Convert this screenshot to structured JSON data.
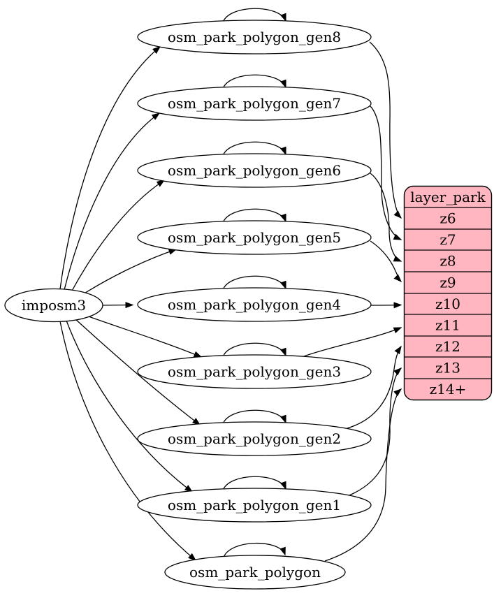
{
  "diagram": {
    "type": "graphviz-digraph",
    "colors": {
      "background": "#ffffff",
      "node_stroke": "#000000",
      "edge": "#000000",
      "layer_fill": "#ffb6c1",
      "text": "#000000"
    },
    "source": {
      "label": "imposm3"
    },
    "tables": [
      {
        "label": "osm_park_polygon_gen8",
        "self_loop": true,
        "zoom_target": "z6"
      },
      {
        "label": "osm_park_polygon_gen7",
        "self_loop": true,
        "zoom_target": "z7"
      },
      {
        "label": "osm_park_polygon_gen6",
        "self_loop": true,
        "zoom_target": "z8"
      },
      {
        "label": "osm_park_polygon_gen5",
        "self_loop": true,
        "zoom_target": "z9"
      },
      {
        "label": "osm_park_polygon_gen4",
        "self_loop": true,
        "zoom_target": "z10"
      },
      {
        "label": "osm_park_polygon_gen3",
        "self_loop": true,
        "zoom_target": "z11"
      },
      {
        "label": "osm_park_polygon_gen2",
        "self_loop": true,
        "zoom_target": "z12"
      },
      {
        "label": "osm_park_polygon_gen1",
        "self_loop": true,
        "zoom_target": "z13"
      },
      {
        "label": "osm_park_polygon",
        "self_loop": true,
        "zoom_target": "z14+"
      }
    ],
    "layer": {
      "title": "layer_park",
      "rows": [
        "z6",
        "z7",
        "z8",
        "z9",
        "z10",
        "z11",
        "z12",
        "z13",
        "z14+"
      ]
    }
  }
}
